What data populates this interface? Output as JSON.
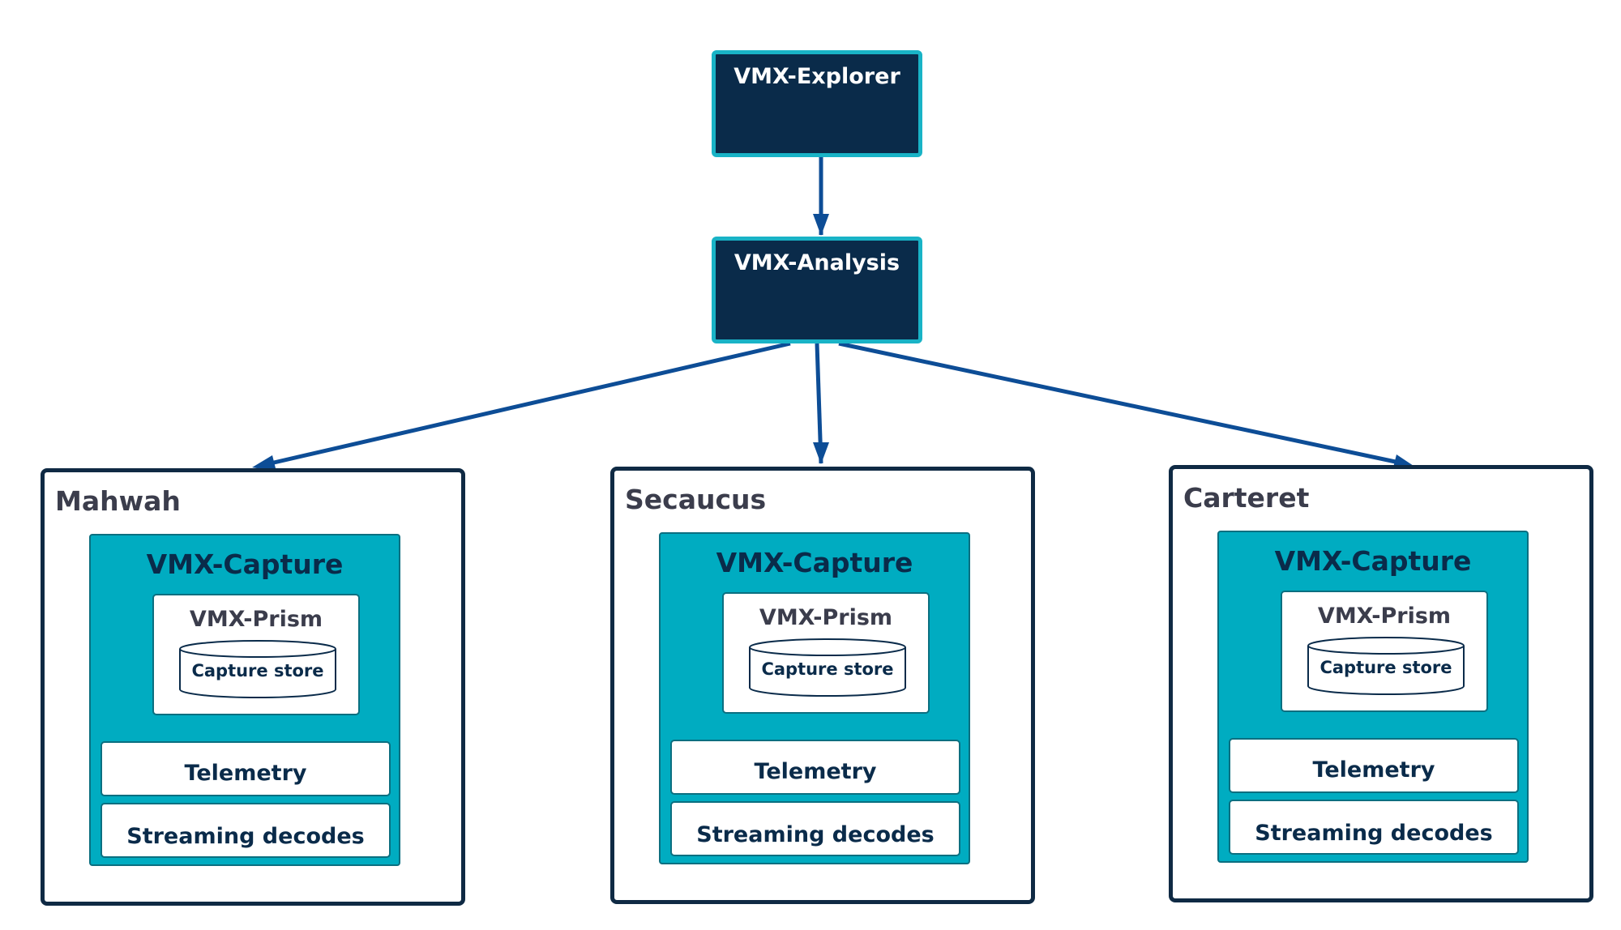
{
  "top": {
    "explorer": "VMX-Explorer",
    "analysis": "VMX-Analysis"
  },
  "sites": [
    {
      "name": "Mahwah",
      "capture_title": "VMX-Capture",
      "prism_title": "VMX-Prism",
      "store_label": "Capture store",
      "modules": [
        "Telemetry",
        "Streaming decodes"
      ]
    },
    {
      "name": "Secaucus",
      "capture_title": "VMX-Capture",
      "prism_title": "VMX-Prism",
      "store_label": "Capture store",
      "modules": [
        "Telemetry",
        "Streaming decodes"
      ]
    },
    {
      "name": "Carteret",
      "capture_title": "VMX-Capture",
      "prism_title": "VMX-Prism",
      "store_label": "Capture store",
      "modules": [
        "Telemetry",
        "Streaming decodes"
      ]
    }
  ],
  "colors": {
    "dark_navy": "#0a2b4a",
    "teal": "#00acc1",
    "teal_border": "#19b3c6",
    "arrow_blue": "#0d4d96",
    "site_border": "#0f2a44",
    "label_gray": "#3b3d4c"
  },
  "icons": {
    "store": "database-cylinder-icon",
    "connector": "arrow-icon"
  }
}
